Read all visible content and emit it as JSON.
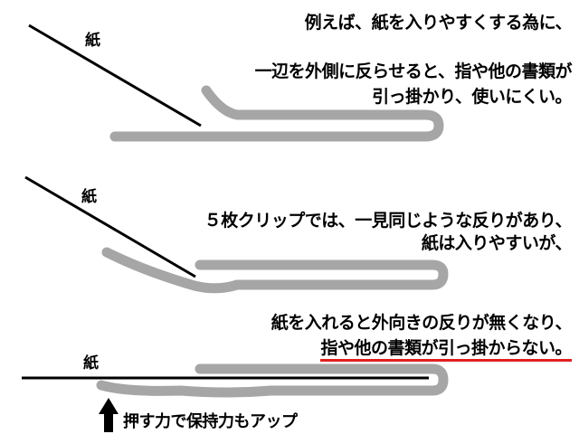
{
  "labels": {
    "paper_1": "紙",
    "paper_2": "紙",
    "paper_3": "紙"
  },
  "section_1": {
    "line_1": "例えば、紙を入りやすくする為に、",
    "line_2": "一辺を外側に反らせると、指や他の書類が",
    "line_3": "引っ掛かり、使いにくい。"
  },
  "section_2": {
    "line_1": "５枚クリップでは、一見同じような反りがあり、",
    "line_2": "紙は入りやすいが、"
  },
  "section_3": {
    "line_1": "紙を入れると外向きの反りが無くなり、",
    "line_2": "指や他の書類が引っ掛からない。"
  },
  "footer": {
    "note": "押す力で保持力もアップ"
  },
  "colors": {
    "clip": "#a6a6a6",
    "line": "#000000",
    "underline": "#e02020"
  },
  "icons": {
    "arrow": "up-arrow-icon"
  }
}
